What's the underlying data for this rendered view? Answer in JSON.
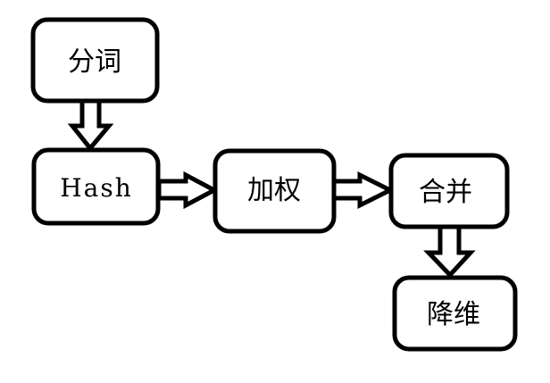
{
  "diagram": {
    "type": "flowchart",
    "nodes": [
      {
        "id": "tokenize",
        "label": "分词"
      },
      {
        "id": "hash",
        "label": "Hash"
      },
      {
        "id": "weight",
        "label": "加权"
      },
      {
        "id": "merge",
        "label": "合并"
      },
      {
        "id": "reduce",
        "label": "降维"
      }
    ],
    "edges": [
      {
        "from": "tokenize",
        "to": "hash",
        "direction": "down"
      },
      {
        "from": "hash",
        "to": "weight",
        "direction": "right"
      },
      {
        "from": "weight",
        "to": "merge",
        "direction": "right"
      },
      {
        "from": "merge",
        "to": "reduce",
        "direction": "down"
      }
    ],
    "colors": {
      "stroke": "#000000",
      "fill": "#ffffff",
      "text": "#000000"
    }
  }
}
